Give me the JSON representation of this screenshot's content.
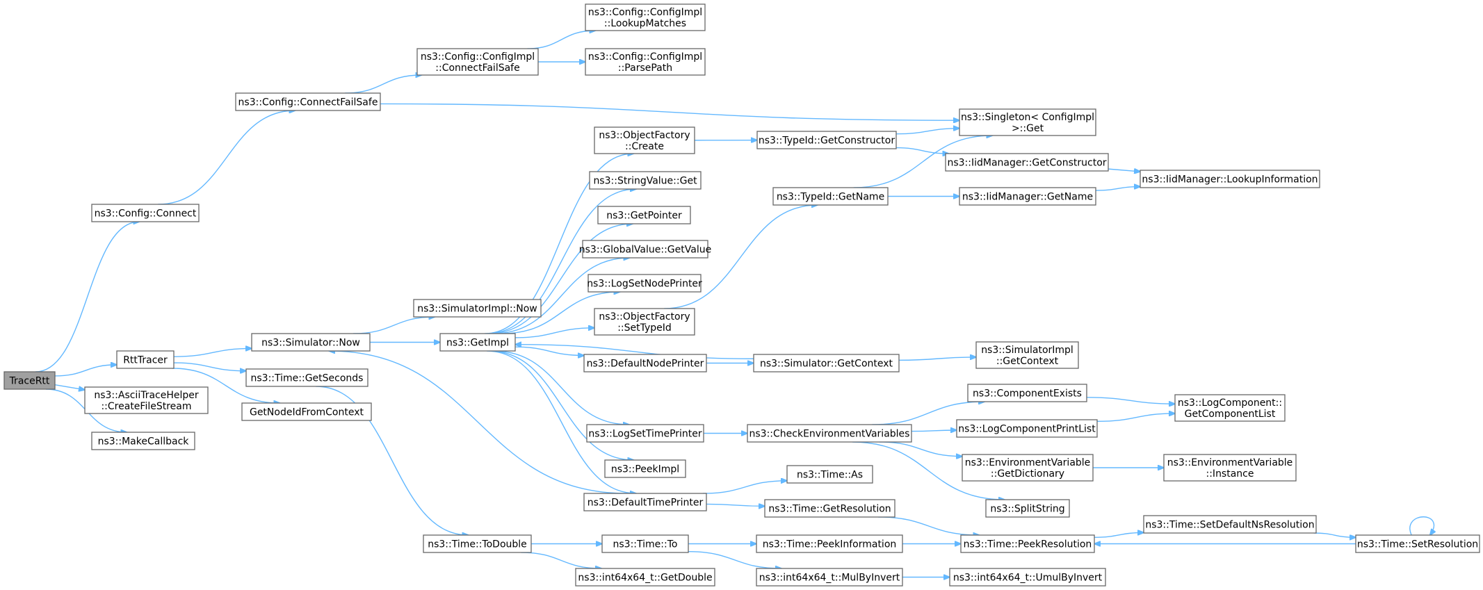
{
  "nodes": [
    {
      "id": "tracertt",
      "lines": [
        "TraceRtt"
      ],
      "root": true
    },
    {
      "id": "config_connect",
      "lines": [
        "ns3::Config::Connect"
      ]
    },
    {
      "id": "rtttracer",
      "lines": [
        "RttTracer"
      ]
    },
    {
      "id": "ascii_create",
      "lines": [
        "ns3::AsciiTraceHelper",
        "::CreateFileStream"
      ]
    },
    {
      "id": "makecallback",
      "lines": [
        "ns3::MakeCallback"
      ]
    },
    {
      "id": "config_cfs",
      "lines": [
        "ns3::Config::ConnectFailSafe"
      ]
    },
    {
      "id": "sim_now",
      "lines": [
        "ns3::Simulator::Now"
      ]
    },
    {
      "id": "time_getseconds",
      "lines": [
        "ns3::Time::GetSeconds"
      ]
    },
    {
      "id": "getnodeid",
      "lines": [
        "GetNodeIdFromContext"
      ]
    },
    {
      "id": "cfgimpl_cfs",
      "lines": [
        "ns3::Config::ConfigImpl",
        "::ConnectFailSafe"
      ]
    },
    {
      "id": "simimpl_now",
      "lines": [
        "ns3::SimulatorImpl::Now"
      ]
    },
    {
      "id": "getimpl",
      "lines": [
        "ns3::GetImpl"
      ]
    },
    {
      "id": "time_todouble",
      "lines": [
        "ns3::Time::ToDouble"
      ]
    },
    {
      "id": "lookupmatches",
      "lines": [
        "ns3::Config::ConfigImpl",
        "::LookupMatches"
      ]
    },
    {
      "id": "parsepath",
      "lines": [
        "ns3::Config::ConfigImpl",
        "::ParsePath"
      ]
    },
    {
      "id": "of_create",
      "lines": [
        "ns3::ObjectFactory",
        "::Create"
      ]
    },
    {
      "id": "stringvalue_get",
      "lines": [
        "ns3::StringValue::Get"
      ]
    },
    {
      "id": "getpointer",
      "lines": [
        "ns3::GetPointer"
      ]
    },
    {
      "id": "gv_getvalue",
      "lines": [
        "ns3::GlobalValue::GetValue"
      ]
    },
    {
      "id": "logsetnodeprinter",
      "lines": [
        "ns3::LogSetNodePrinter"
      ]
    },
    {
      "id": "of_settypeid",
      "lines": [
        "ns3::ObjectFactory",
        "::SetTypeId"
      ]
    },
    {
      "id": "defaultnodeprinter",
      "lines": [
        "ns3::DefaultNodePrinter"
      ]
    },
    {
      "id": "logsettimeprinter",
      "lines": [
        "ns3::LogSetTimePrinter"
      ]
    },
    {
      "id": "peekimpl",
      "lines": [
        "ns3::PeekImpl"
      ]
    },
    {
      "id": "defaulttimeprinter",
      "lines": [
        "ns3::DefaultTimePrinter"
      ]
    },
    {
      "id": "time_to",
      "lines": [
        "ns3::Time::To"
      ]
    },
    {
      "id": "getdouble",
      "lines": [
        "ns3::int64x64_t::GetDouble"
      ]
    },
    {
      "id": "typeid_getctor",
      "lines": [
        "ns3::TypeId::GetConstructor"
      ]
    },
    {
      "id": "typeid_getname",
      "lines": [
        "ns3::TypeId::GetName"
      ]
    },
    {
      "id": "sim_getcontext",
      "lines": [
        "ns3::Simulator::GetContext"
      ]
    },
    {
      "id": "checkenv",
      "lines": [
        "ns3::CheckEnvironmentVariables"
      ]
    },
    {
      "id": "time_as",
      "lines": [
        "ns3::Time::As"
      ]
    },
    {
      "id": "time_getres",
      "lines": [
        "ns3::Time::GetResolution"
      ]
    },
    {
      "id": "time_peekinfo",
      "lines": [
        "ns3::Time::PeekInformation"
      ]
    },
    {
      "id": "mulbyinvert",
      "lines": [
        "ns3::int64x64_t::MulByInvert"
      ]
    },
    {
      "id": "singleton_get",
      "lines": [
        "ns3::Singleton< ConfigImpl",
        " >::Get"
      ]
    },
    {
      "id": "iid_getctor",
      "lines": [
        "ns3::IidManager::GetConstructor"
      ]
    },
    {
      "id": "iid_getname",
      "lines": [
        "ns3::IidManager::GetName"
      ]
    },
    {
      "id": "simimpl_getcontext",
      "lines": [
        "ns3::SimulatorImpl",
        "::GetContext"
      ]
    },
    {
      "id": "componentexists",
      "lines": [
        "ns3::ComponentExists"
      ]
    },
    {
      "id": "logcompprintlist",
      "lines": [
        "ns3::LogComponentPrintList"
      ]
    },
    {
      "id": "envvar_getdict",
      "lines": [
        "ns3::EnvironmentVariable",
        "::GetDictionary"
      ]
    },
    {
      "id": "splitstring",
      "lines": [
        "ns3::SplitString"
      ]
    },
    {
      "id": "time_peekres",
      "lines": [
        "ns3::Time::PeekResolution"
      ]
    },
    {
      "id": "umulbyinvert",
      "lines": [
        "ns3::int64x64_t::UmulByInvert"
      ]
    },
    {
      "id": "iid_lookupinfo",
      "lines": [
        "ns3::IidManager::LookupInformation"
      ]
    },
    {
      "id": "logcomp_getlist",
      "lines": [
        "ns3::LogComponent::",
        "GetComponentList"
      ]
    },
    {
      "id": "envvar_instance",
      "lines": [
        "ns3::EnvironmentVariable",
        "::Instance"
      ]
    },
    {
      "id": "time_setdefaultns",
      "lines": [
        "ns3::Time::SetDefaultNsResolution"
      ]
    },
    {
      "id": "time_setres",
      "lines": [
        "ns3::Time::SetResolution"
      ]
    }
  ],
  "edges": [
    [
      "tracertt",
      "config_connect"
    ],
    [
      "tracertt",
      "rtttracer"
    ],
    [
      "tracertt",
      "ascii_create"
    ],
    [
      "tracertt",
      "makecallback"
    ],
    [
      "config_connect",
      "config_cfs"
    ],
    [
      "config_cfs",
      "cfgimpl_cfs"
    ],
    [
      "config_cfs",
      "singleton_get"
    ],
    [
      "cfgimpl_cfs",
      "lookupmatches"
    ],
    [
      "cfgimpl_cfs",
      "parsepath"
    ],
    [
      "rtttracer",
      "sim_now"
    ],
    [
      "rtttracer",
      "time_getseconds"
    ],
    [
      "rtttracer",
      "getnodeid"
    ],
    [
      "sim_now",
      "simimpl_now"
    ],
    [
      "sim_now",
      "getimpl"
    ],
    [
      "time_getseconds",
      "time_todouble"
    ],
    [
      "getimpl",
      "of_create"
    ],
    [
      "getimpl",
      "stringvalue_get"
    ],
    [
      "getimpl",
      "getpointer"
    ],
    [
      "getimpl",
      "gv_getvalue"
    ],
    [
      "getimpl",
      "logsetnodeprinter"
    ],
    [
      "getimpl",
      "of_settypeid"
    ],
    [
      "getimpl",
      "defaultnodeprinter"
    ],
    [
      "getimpl",
      "logsettimeprinter"
    ],
    [
      "getimpl",
      "peekimpl"
    ],
    [
      "getimpl",
      "defaulttimeprinter"
    ],
    [
      "of_create",
      "typeid_getctor"
    ],
    [
      "of_settypeid",
      "typeid_getname"
    ],
    [
      "typeid_getctor",
      "singleton_get"
    ],
    [
      "typeid_getctor",
      "iid_getctor"
    ],
    [
      "typeid_getname",
      "singleton_get"
    ],
    [
      "typeid_getname",
      "iid_getname"
    ],
    [
      "iid_getctor",
      "iid_lookupinfo"
    ],
    [
      "iid_getname",
      "iid_lookupinfo"
    ],
    [
      "defaultnodeprinter",
      "sim_getcontext"
    ],
    [
      "sim_getcontext",
      "getimpl"
    ],
    [
      "sim_getcontext",
      "simimpl_getcontext"
    ],
    [
      "logsettimeprinter",
      "checkenv"
    ],
    [
      "checkenv",
      "componentexists"
    ],
    [
      "checkenv",
      "logcompprintlist"
    ],
    [
      "checkenv",
      "envvar_getdict"
    ],
    [
      "checkenv",
      "splitstring"
    ],
    [
      "componentexists",
      "logcomp_getlist"
    ],
    [
      "logcompprintlist",
      "logcomp_getlist"
    ],
    [
      "envvar_getdict",
      "envvar_instance"
    ],
    [
      "defaulttimeprinter",
      "sim_now"
    ],
    [
      "defaulttimeprinter",
      "time_as"
    ],
    [
      "defaulttimeprinter",
      "time_getres"
    ],
    [
      "time_getres",
      "time_peekres"
    ],
    [
      "time_todouble",
      "time_to"
    ],
    [
      "time_todouble",
      "getdouble"
    ],
    [
      "time_to",
      "time_peekinfo"
    ],
    [
      "time_to",
      "mulbyinvert"
    ],
    [
      "time_peekinfo",
      "time_peekres"
    ],
    [
      "mulbyinvert",
      "umulbyinvert"
    ],
    [
      "time_peekres",
      "time_setdefaultns"
    ],
    [
      "time_setdefaultns",
      "time_setres"
    ],
    [
      "time_setres",
      "time_peekres"
    ],
    [
      "time_setres",
      "time_setres"
    ]
  ]
}
